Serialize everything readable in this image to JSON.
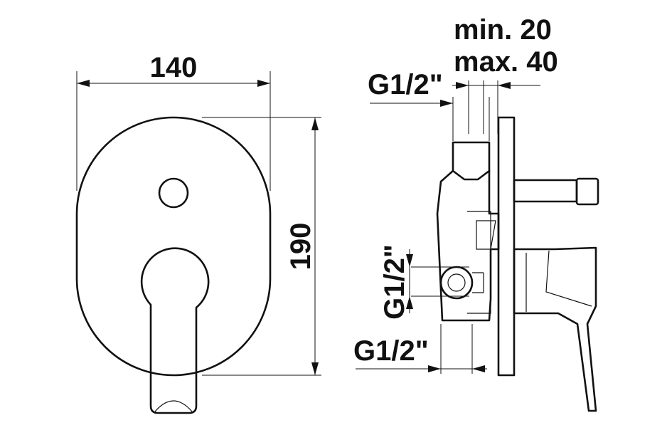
{
  "dimensions": {
    "front_width": "140",
    "front_height": "190",
    "wall_min": "min. 20",
    "wall_max": "max. 40",
    "thread_top": "G1/2\"",
    "thread_side": "G1/2\"",
    "thread_bottom": "G1/2\""
  }
}
